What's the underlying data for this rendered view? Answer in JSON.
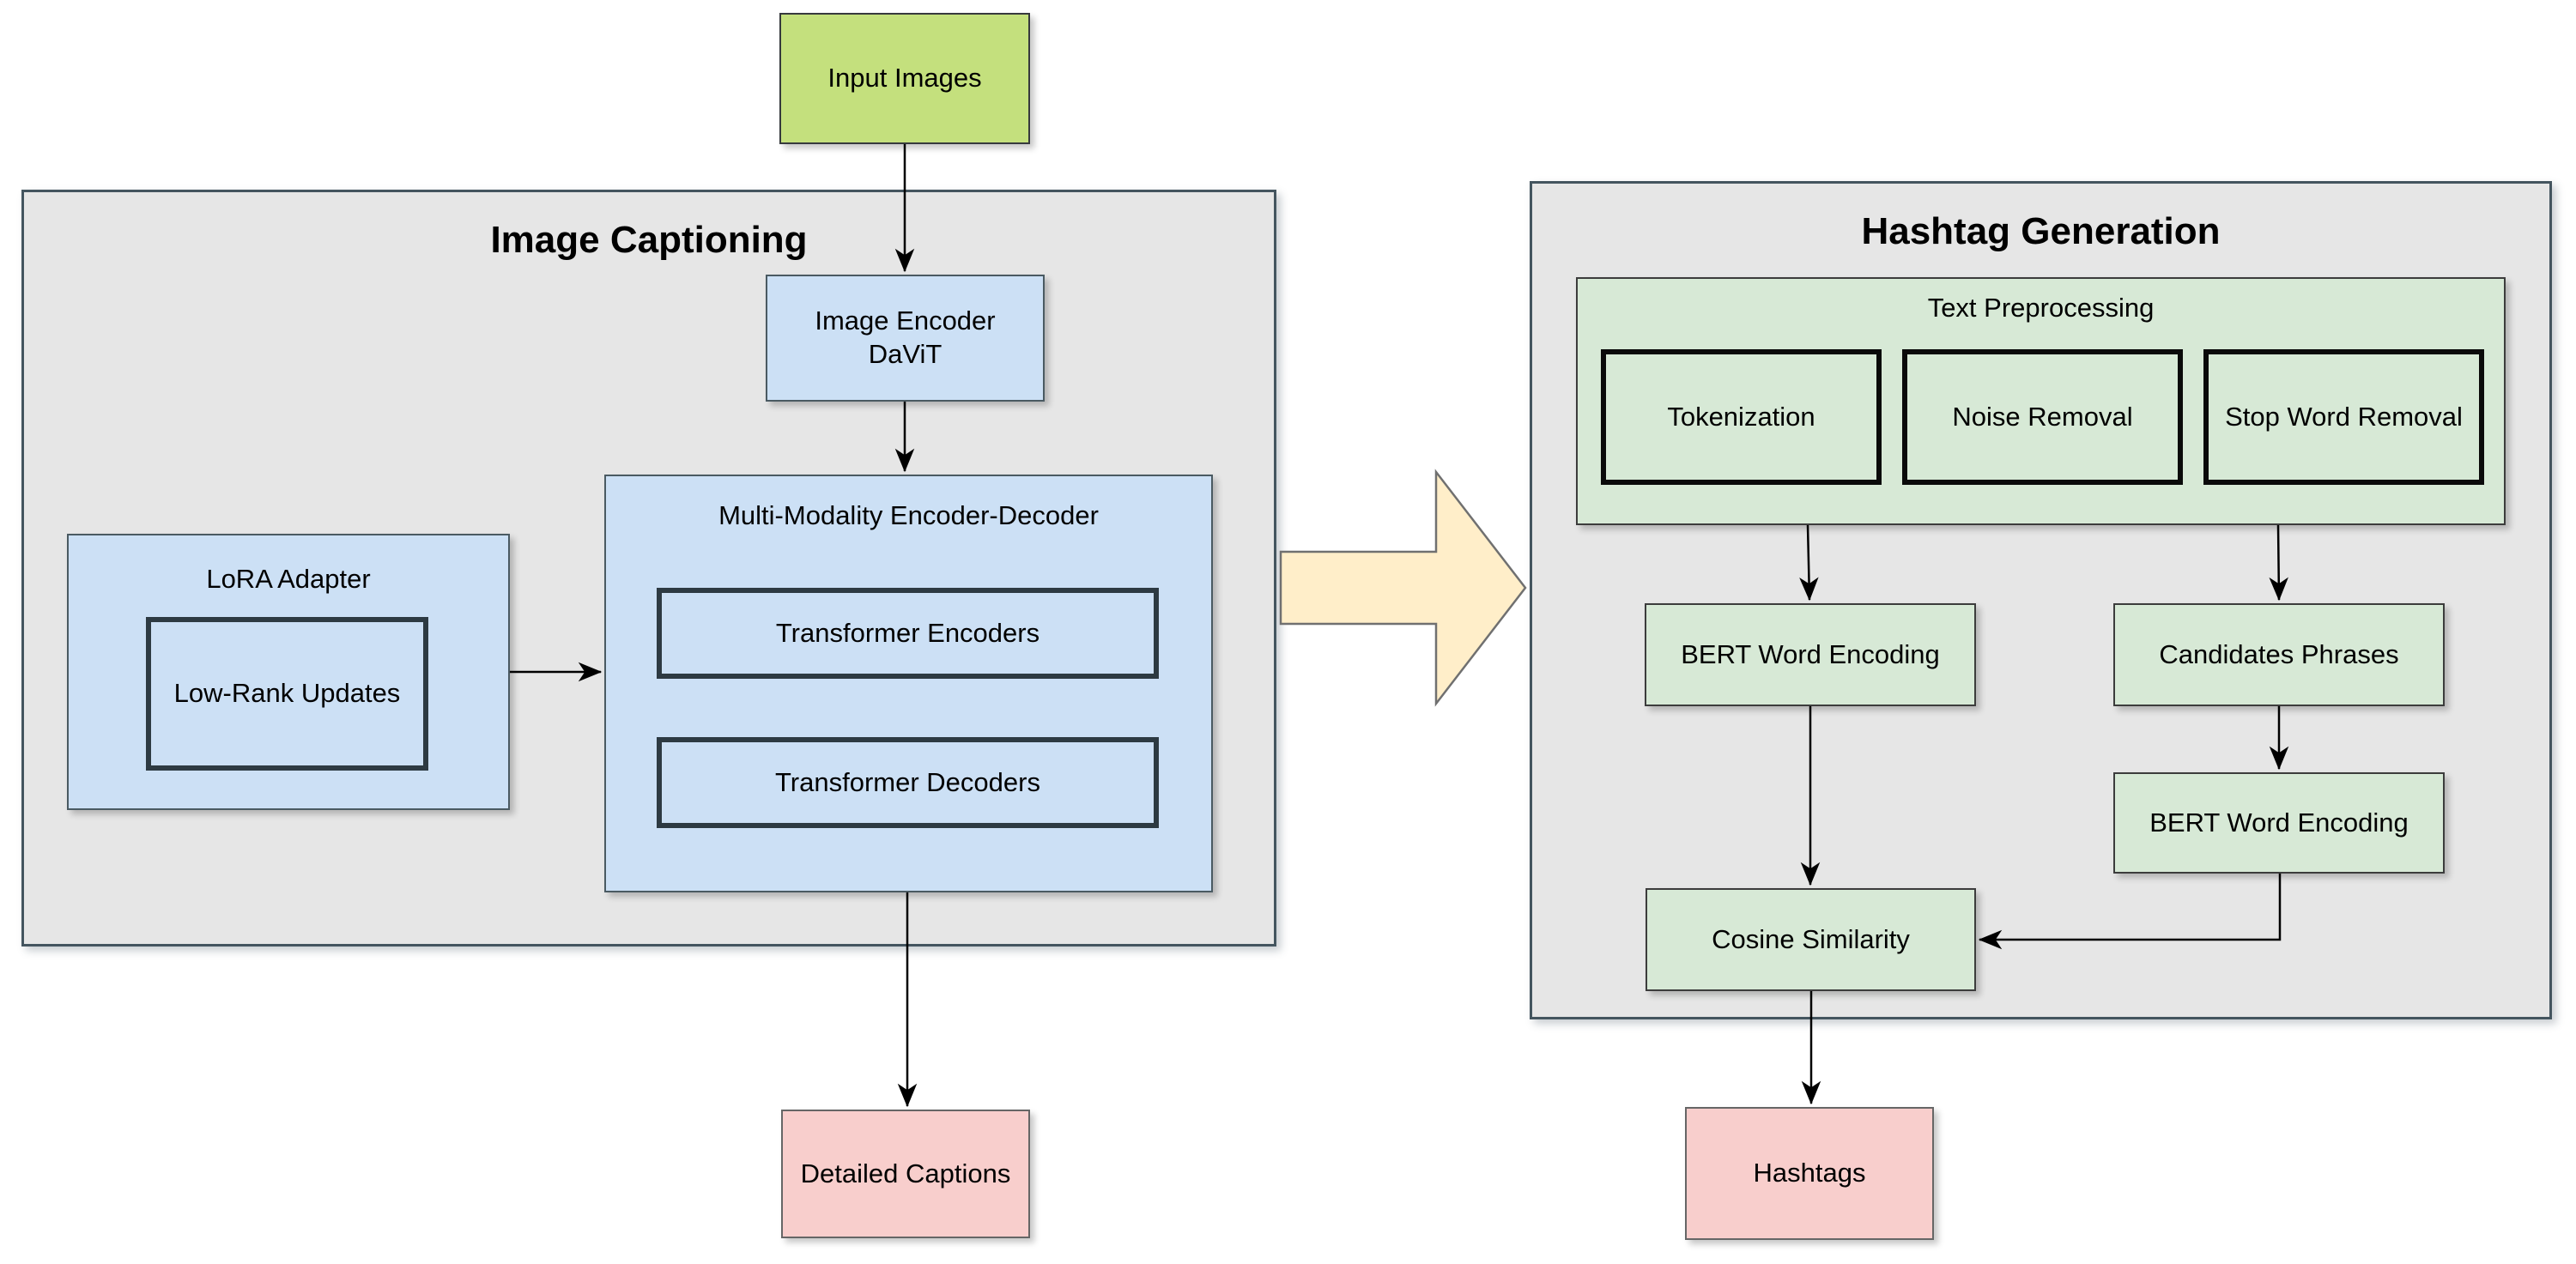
{
  "colors": {
    "container_fill": "#e6e6e6",
    "container_border": "#44555f",
    "blue_fill": "#cce0f5",
    "blue_border": "#4a5a62",
    "inner_border": "#2d3a42",
    "green_fill": "#d7e9d6",
    "green_border": "#3c3c3c",
    "input_fill": "#c4e07d",
    "input_border": "#36393d",
    "pink_fill": "#f8cecc",
    "pink_border": "#666666",
    "arrow_fill": "#ffeec9",
    "arrow_border": "#707070",
    "line_color": "#000000"
  },
  "nodes": {
    "input_images": "Input Images",
    "detailed_captions": "Detailed Captions",
    "hashtags": "Hashtags"
  },
  "image_captioning": {
    "title": "Image Captioning",
    "image_encoder": {
      "line1": "Image Encoder",
      "line2": "DaViT"
    },
    "lora": {
      "title": "LoRA Adapter",
      "low_rank": "Low-Rank Updates"
    },
    "multi_modality": {
      "title": "Multi-Modality Encoder-Decoder",
      "encoders": "Transformer Encoders",
      "decoders": "Transformer Decoders"
    }
  },
  "hashtag_generation": {
    "title": "Hashtag Generation",
    "preprocessing": {
      "title": "Text Preprocessing",
      "steps": [
        "Tokenization",
        "Noise Removal",
        "Stop Word Removal"
      ]
    },
    "bert_left": "BERT Word Encoding",
    "candidates": "Candidates Phrases",
    "bert_right": "BERT Word Encoding",
    "cosine": "Cosine Similarity",
    "hashtags": "Hashtags"
  }
}
